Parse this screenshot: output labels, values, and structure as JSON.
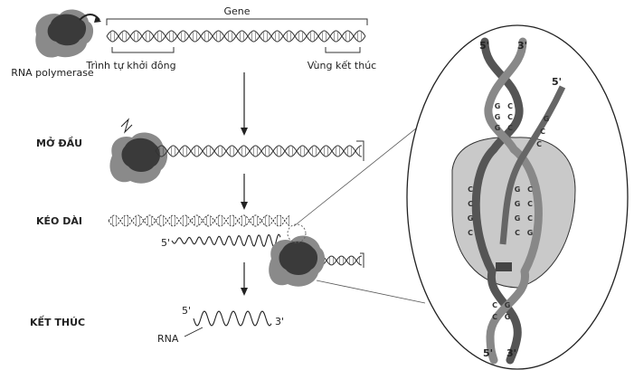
{
  "labels": {
    "gene": "Gene",
    "rna_polymerase": "RNA polymerase",
    "promoter": "Trình tự khởi đông",
    "terminator": "Vùng kết thúc",
    "initiation": "MỞ ĐẦU",
    "elongation": "KÉO DÀI",
    "termination": "KẾT THÚC",
    "rna": "RNA"
  },
  "ends": {
    "five_prime": "5'",
    "three_prime": "3'"
  },
  "bases": {
    "top_pairs": [
      [
        "G",
        "C"
      ],
      [
        "G",
        "C"
      ],
      [
        "G",
        "C"
      ]
    ],
    "bubble_left": [
      "C",
      "C",
      "G",
      "C"
    ],
    "bubble_right": [
      [
        "G",
        "C"
      ],
      [
        "G",
        "C"
      ],
      [
        "G",
        "C"
      ],
      [
        "C",
        "G"
      ]
    ],
    "bottom_pairs": [
      [
        "C",
        "G"
      ],
      [
        "C",
        "G"
      ]
    ],
    "rna_strand": [
      "G",
      "C",
      "C"
    ]
  },
  "colors": {
    "ink": "#222222",
    "polymerase": "#3a3a3a",
    "polymerase_light": "#8a8a8a",
    "bubble": "#c9c9c9",
    "strand": "#777777"
  }
}
